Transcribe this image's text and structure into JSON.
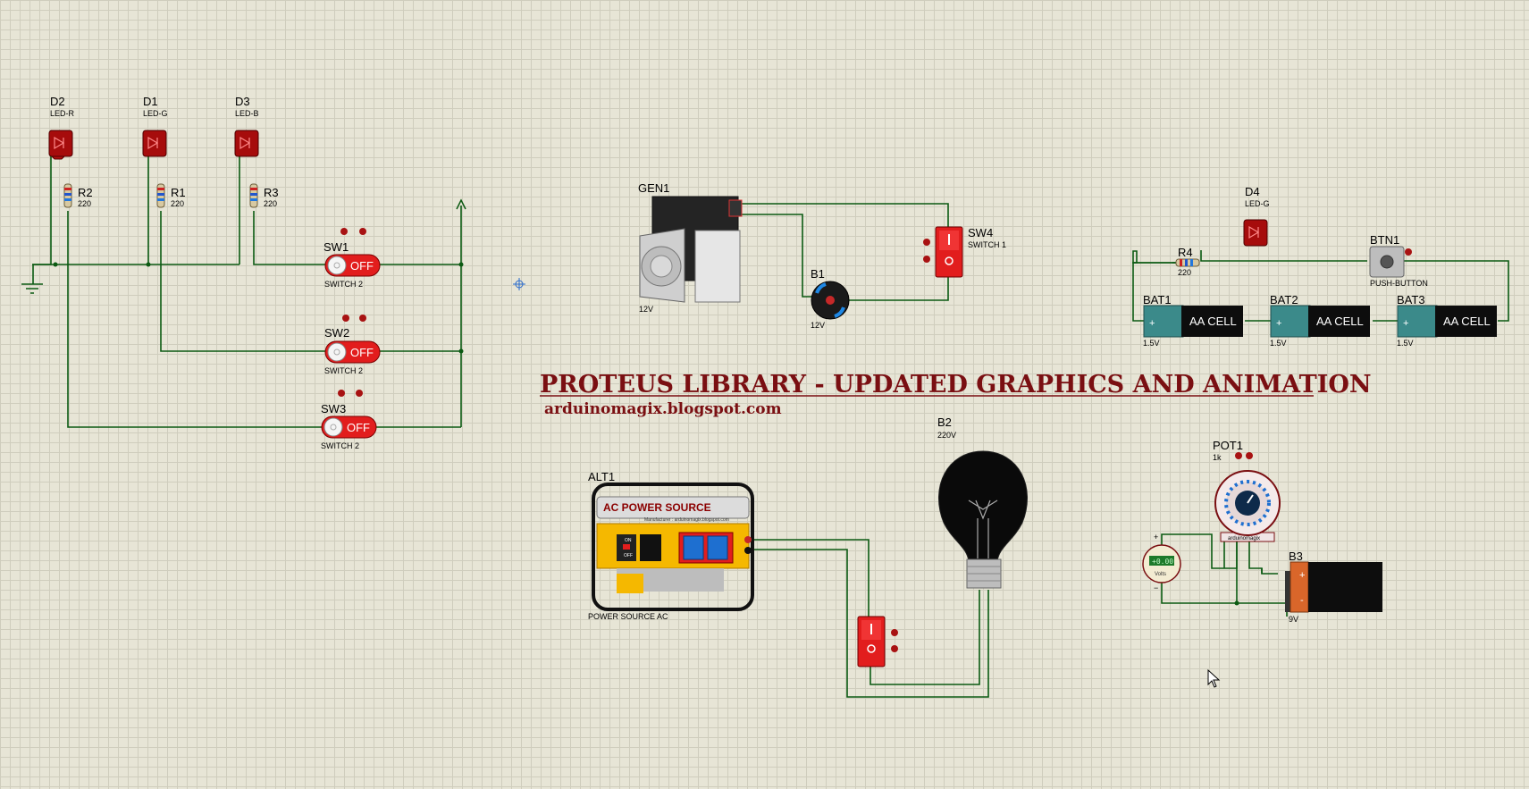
{
  "banner": {
    "title": "PROTEUS LIBRARY - UPDATED GRAPHICS AND ANIMATION",
    "url": "arduinomagix.blogspot.com"
  },
  "leds": [
    {
      "ref": "D2",
      "type": "LED-R"
    },
    {
      "ref": "D1",
      "type": "LED-G"
    },
    {
      "ref": "D3",
      "type": "LED-B"
    },
    {
      "ref": "D4",
      "type": "LED-G"
    }
  ],
  "resistors": [
    {
      "ref": "R2",
      "value": "220"
    },
    {
      "ref": "R1",
      "value": "220"
    },
    {
      "ref": "R3",
      "value": "220"
    },
    {
      "ref": "R4",
      "value": "220"
    }
  ],
  "switches": [
    {
      "ref": "SW1",
      "type": "SWITCH 2",
      "state": "OFF"
    },
    {
      "ref": "SW2",
      "type": "SWITCH 2",
      "state": "OFF"
    },
    {
      "ref": "SW3",
      "type": "SWITCH 2",
      "state": "OFF"
    },
    {
      "ref": "SW4",
      "type": "SWITCH 1"
    }
  ],
  "generator": {
    "ref": "GEN1",
    "value": "12V"
  },
  "motor": {
    "ref": "B1",
    "value": "12V"
  },
  "button": {
    "ref": "BTN1",
    "type": "PUSH-BUTTON"
  },
  "batteries": [
    {
      "ref": "BAT1",
      "label": "AA CELL",
      "value": "1.5V"
    },
    {
      "ref": "BAT2",
      "label": "AA CELL",
      "value": "1.5V"
    },
    {
      "ref": "BAT3",
      "label": "AA CELL",
      "value": "1.5V"
    }
  ],
  "alternator": {
    "ref": "ALT1",
    "panel_title": "AC POWER SOURCE",
    "panel_sub": "Manufacturer : arduinomagix.blogspot.com",
    "on": "ON",
    "off": "OFF",
    "type": "POWER SOURCE AC"
  },
  "bulb": {
    "ref": "B2",
    "value": "220V"
  },
  "pot": {
    "ref": "POT1",
    "value": "1k",
    "brand": "arduinomagix"
  },
  "voltmeter": {
    "reading": "+0.00",
    "unit": "Volts",
    "plus": "+",
    "minus": "−"
  },
  "battery9v": {
    "ref": "B3",
    "value": "9V",
    "plus": "+",
    "minus": "-"
  },
  "colors": {
    "wire": "#0b5a12",
    "brand": "#7a0f12",
    "led_red": "#b40f0f",
    "switch_red": "#e21d1d",
    "cell_teal": "#3b8a8a"
  }
}
